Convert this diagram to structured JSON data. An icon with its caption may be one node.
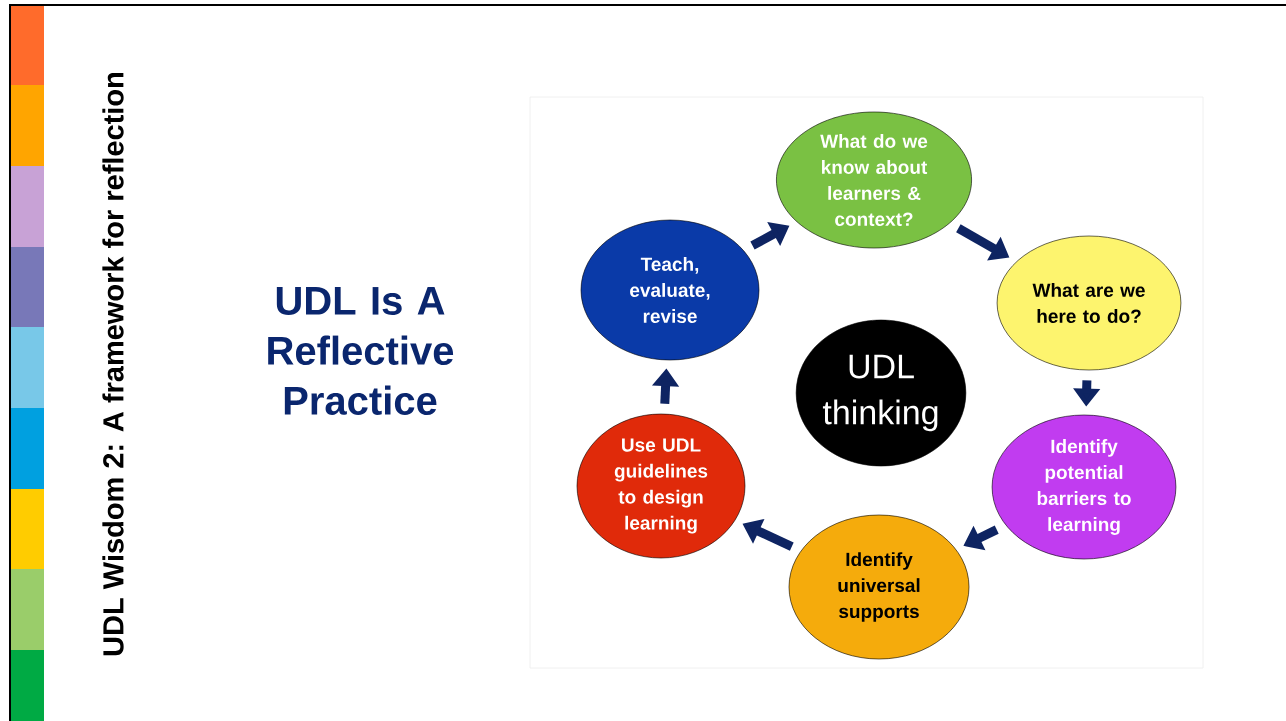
{
  "diagram": {
    "title": "UDL Is A Reflective Practice",
    "nodes": [
      {
        "text": [
          "What do we know about learners & context?"
        ]
      },
      {
        "text": [
          "What are we here to do?"
        ]
      },
      {
        "text": [
          "Identify potential barriers to learning"
        ]
      },
      {
        "text": [
          "Identify universal supports"
        ]
      },
      {
        "text": [
          "Use UDL guidelines to design learning"
        ]
      },
      {
        "text": [
          "Teach, evaluate, revise"
        ]
      },
      {
        "text": [
          "UDL thinking"
        ]
      }
    ],
    "edges": [
      {
        "from": 0,
        "to": 1,
        "arrow": "to"
      },
      {
        "from": 1,
        "to": 2,
        "arrow": "to"
      },
      {
        "from": 2,
        "to": 3,
        "arrow": "to"
      },
      {
        "from": 3,
        "to": 4,
        "arrow": "to"
      },
      {
        "from": 4,
        "to": 5,
        "arrow": "to"
      },
      {
        "from": 5,
        "to": 0,
        "arrow": "to"
      }
    ],
    "labels": [
      "UDL Wisdom 2: A framework for reflection"
    ]
  }
}
